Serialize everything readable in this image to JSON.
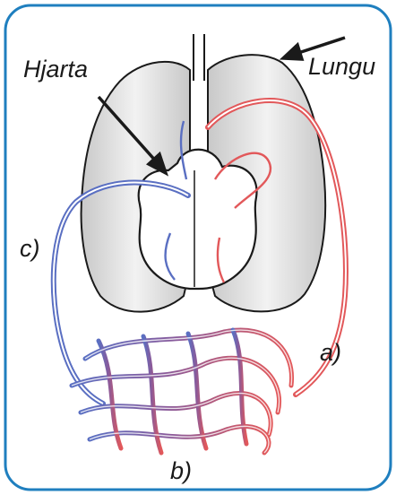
{
  "labels": {
    "heart": "Hjarta",
    "lungs": "Lungu",
    "c": "c)",
    "a": "a)",
    "b": "b)"
  },
  "colors": {
    "frame": "#1f7fbf",
    "outline": "#1a1a1a",
    "lung_shade": "#d9d9d9",
    "oxygenated": "#e2585a",
    "deoxygenated": "#5a6fc2"
  }
}
